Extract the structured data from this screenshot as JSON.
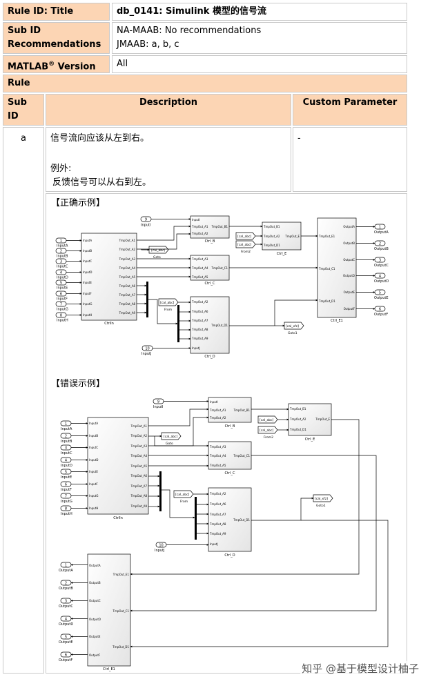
{
  "rule_id": {
    "label": "Rule ID: Title",
    "value": "db_0141: Simulink 模型的信号流"
  },
  "sub_id": {
    "label_line1": "Sub ID",
    "label_line2": "Recommendations",
    "value_line1": "NA-MAAB: No recommendations",
    "value_line2": "JMAAB: a, b, c"
  },
  "matlab": {
    "label": "MATLAB",
    "sup": "®",
    "label_tail": " Version",
    "value": "All"
  },
  "rule": {
    "label": "Rule"
  },
  "cols": {
    "sub_id_line1": "Sub",
    "sub_id_line2": "ID",
    "description": "Description",
    "custom": "Custom Parameter"
  },
  "row_a": {
    "id": "a",
    "desc_line1": "信号流向应该从左到右。",
    "desc_line2": "例外:",
    "desc_line3": "反馈信号可以从右到左。",
    "custom": "-"
  },
  "examples": {
    "correct": "【正确示例】",
    "incorrect": "【错误示例】"
  },
  "diagram": {
    "inports": [
      "InputA",
      "InputB",
      "InputC",
      "InputD",
      "InputE",
      "InputF",
      "InputG",
      "InputH"
    ],
    "inport_nums": [
      "1",
      "2",
      "3",
      "4",
      "5",
      "6",
      "7",
      "8"
    ],
    "input_i": {
      "num": "9",
      "name": "InputI"
    },
    "input_j": {
      "num": "10",
      "name": "InputJ"
    },
    "ctrl_in": {
      "name": "CtrlIn",
      "in_ports": [
        "InputA",
        "InputB",
        "InputC",
        "InputD",
        "InputE",
        "InputF",
        "InputG",
        "InputH"
      ],
      "out_ports": [
        "TmpOut_A1",
        "TmpOut_A2",
        "TmpOut_A3",
        "TmpOut_A4",
        "TmpOut_A5",
        "TmpOut_A6",
        "TmpOut_A7",
        "TmpOut_A8",
        "TmpOut_A9"
      ]
    },
    "ctrl_b": {
      "name": "Ctrl_B",
      "in_ports": [
        "InputI",
        "TmpOut_A1",
        "TmpOut_A2"
      ],
      "out_ports": [
        "TmpOut_B1"
      ]
    },
    "ctrl_c": {
      "name": "Ctrl_C",
      "in_ports": [
        "TmpOut_A3",
        "TmpOut_A4",
        "TmpOut_A5"
      ],
      "out_ports": [
        "TmpOut_C1"
      ]
    },
    "ctrl_d": {
      "name": "Ctrl_D",
      "in_ports": [
        "TmpOut_A2",
        "TmpOut_A6",
        "TmpOut_A7",
        "TmpOut_A8",
        "TmpOut_A9",
        "InputJ"
      ],
      "out_ports": [
        "TmpOut_D1"
      ]
    },
    "ctrl_e": {
      "name": "Ctrl_E",
      "in_ports": [
        "TmpOut_B1",
        "TmpOut_A2",
        "TmpOut_D1"
      ],
      "out_ports": [
        "TmpOut_E"
      ]
    },
    "ctrl_e1": {
      "name": "Ctrl_E1",
      "in_ports": [
        "TmpOut_E1",
        "TmpOut_C1",
        "TmpOut_D1"
      ],
      "out_ports": [
        "OutputA",
        "OutputB",
        "OutputC",
        "OutputD",
        "OutputE",
        "OutputF"
      ]
    },
    "outports": [
      "OutputA",
      "OutputB",
      "OutputC",
      "OutputD",
      "OutputE",
      "OutputF"
    ],
    "outport_nums": [
      "1",
      "2",
      "3",
      "4",
      "5",
      "6"
    ],
    "goto": {
      "tag": "[cal_abc]",
      "name": "Goto"
    },
    "goto1": {
      "tag": "[cal_xfz]",
      "name": "Goto1"
    },
    "from": {
      "tag": "[cal_abc]",
      "name": "From"
    },
    "from2": {
      "tag": "[cal_abc]",
      "name": "From2"
    }
  },
  "watermark": "知乎 @基于模型设计柚子"
}
